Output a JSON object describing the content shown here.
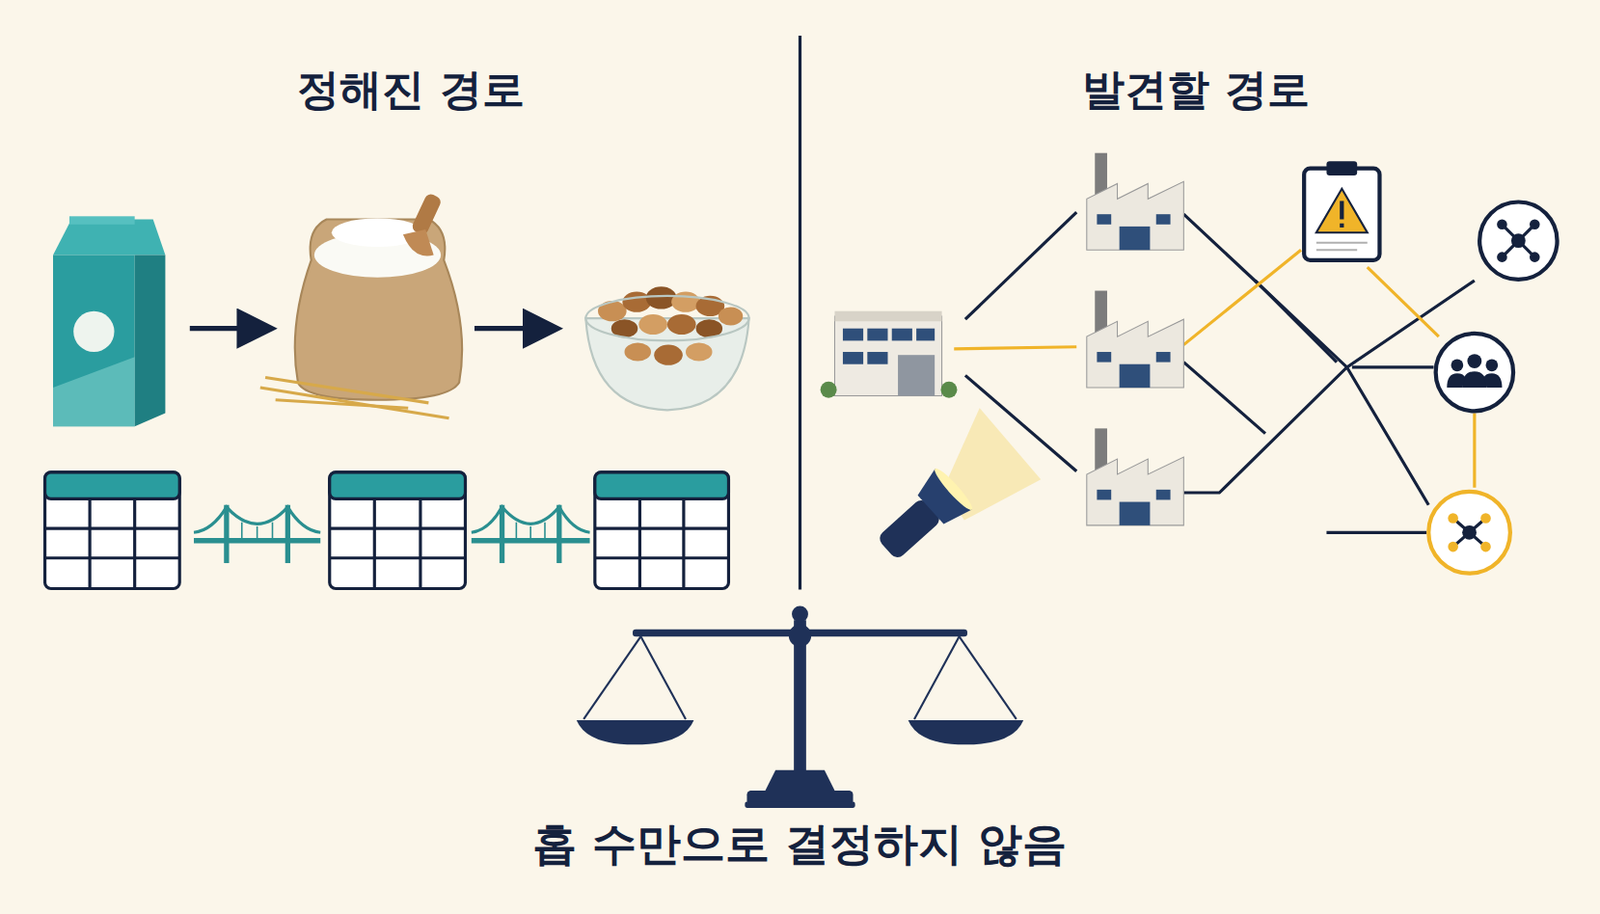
{
  "diagram": {
    "caption": "홉 수만으로 결정하지 않음",
    "labels": [
      "정해진 경로",
      "발견할 경로"
    ]
  }
}
